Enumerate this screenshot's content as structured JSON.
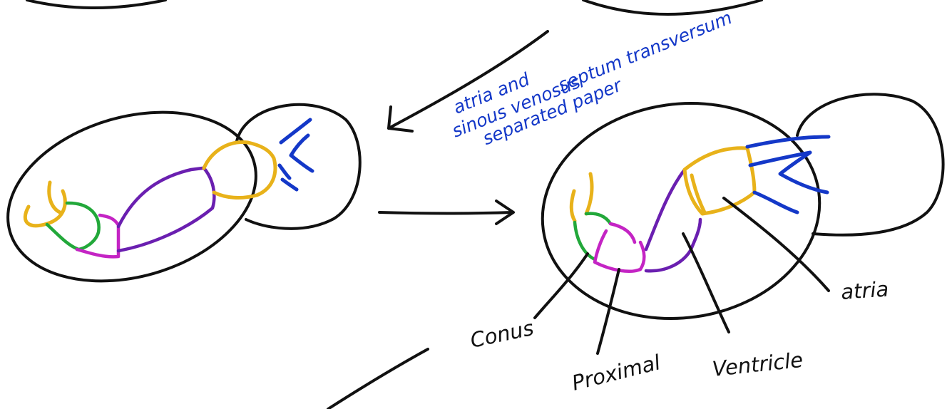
{
  "annotation": {
    "line1": "atria and",
    "line2": "sinous venosus",
    "line3": "separated paper",
    "line4": "septum transversum"
  },
  "labels": {
    "conus": "Conus",
    "proximal": "Proximal",
    "ventricle": "Ventricle",
    "atria": "atria"
  },
  "colors": {
    "ink": "#111111",
    "conus_segment": "#e8b21a",
    "bulbus_segment": "#22a83a",
    "proximal_segment": "#c424c4",
    "ventricle_segment": "#6a1fb0",
    "atria_segment": "#e8b21a",
    "sinus_venosus": "#1438c8",
    "annotation_text": "#1438c8"
  }
}
